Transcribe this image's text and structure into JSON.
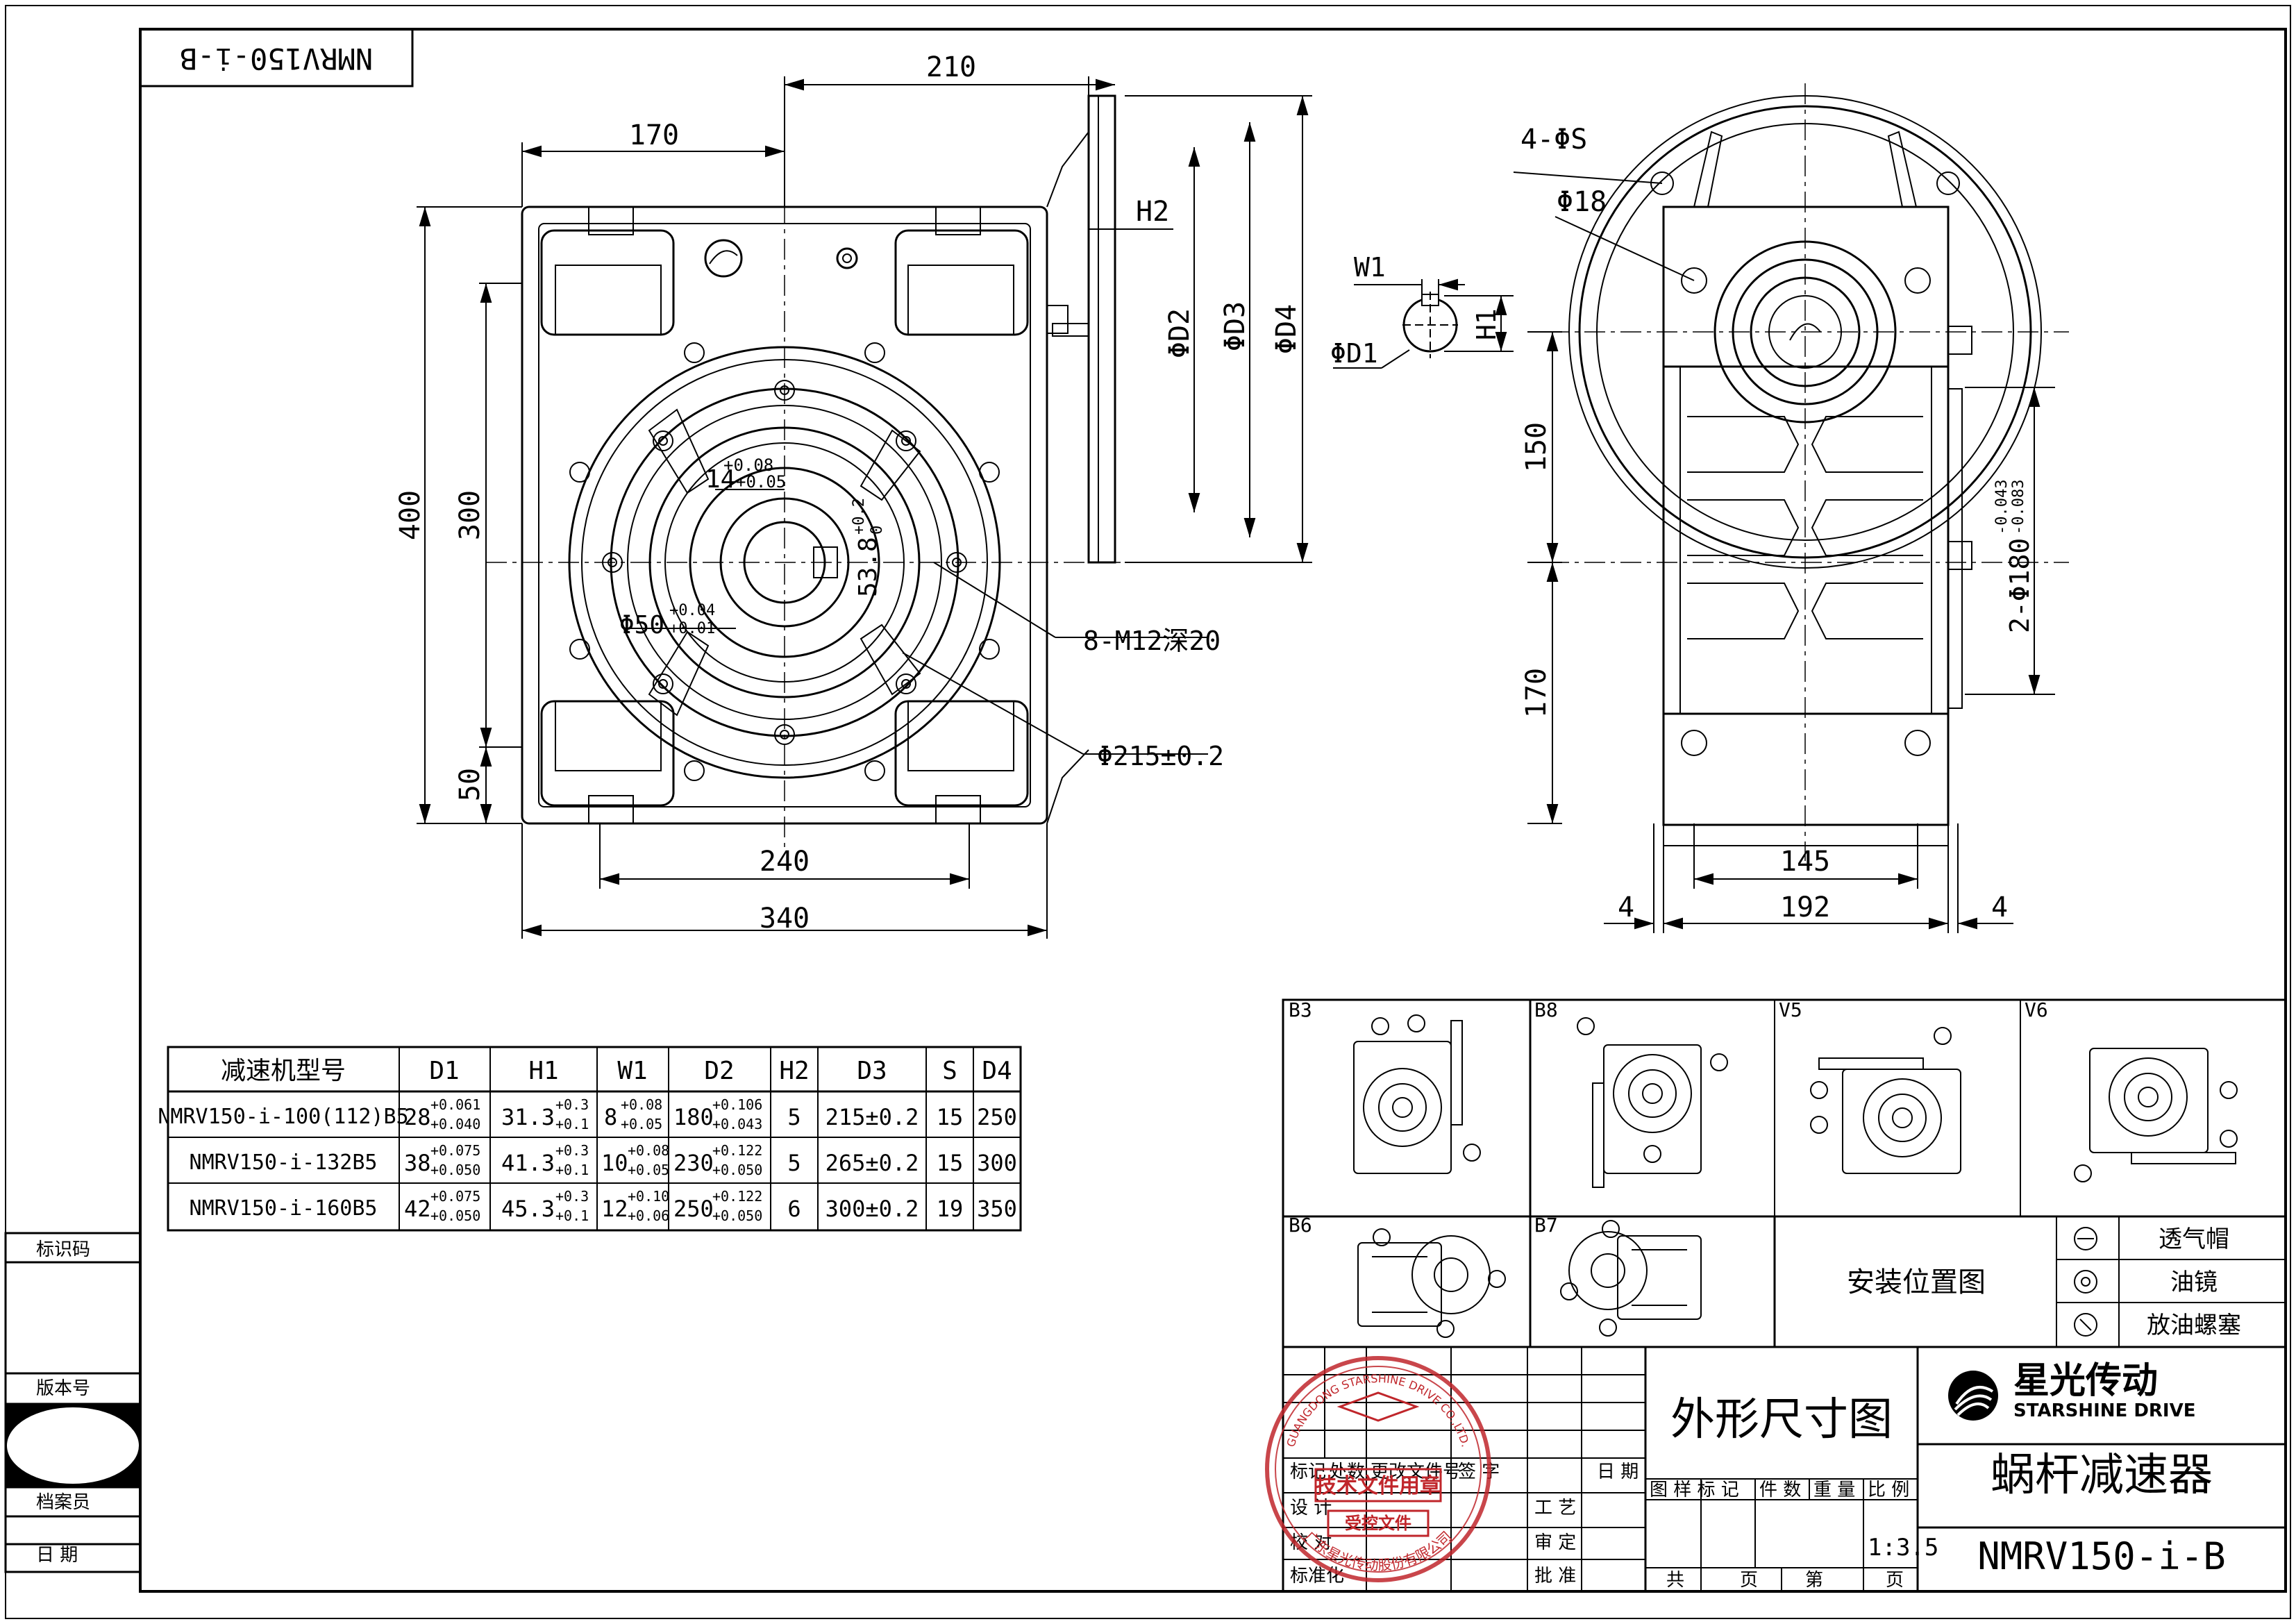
{
  "drawing": {
    "model_code_mirrored": "NMRV150-i-B",
    "title": "外形尺寸图",
    "product_name": "蜗杆减速器",
    "model": "NMRV150-i-B",
    "scale": "1:3.5",
    "install_title": "安装位置图"
  },
  "brand": {
    "name_cn": "星光传动",
    "name_en": "STARSHINE DRIVE"
  },
  "dimensions": {
    "front": {
      "top_210": "210",
      "top_170": "170",
      "h2": "H2",
      "d2": "ΦD2",
      "d3": "ΦD3",
      "d4": "ΦD4",
      "left_400": "400",
      "left_300": "300",
      "left_50": "50",
      "bottom_240": "240",
      "bottom_340": "340",
      "bore_tol_top": "+0.08",
      "bore_14": "14",
      "bore_tol_bot": "+0.05",
      "key_538": "53.8",
      "key_tol_top": "+0.2",
      "key_tol_bot": "0",
      "bore_50": "Φ50",
      "bore50_tol_top": "+0.04",
      "bore50_tol_bot": "+0.01",
      "thread": "8-M12深20",
      "pcd": "Φ215±0.2"
    },
    "detail": {
      "w1": "W1",
      "h1": "H1",
      "d1": "ΦD1"
    },
    "side": {
      "holes_4s": "4-ΦS",
      "hole_18": "Φ18",
      "h_150": "150",
      "h_170": "170",
      "dia_180": "2-Φ180",
      "dia180_tol_top": "-0.043",
      "dia180_tol_bot": "-0.083",
      "w_145": "145",
      "w_192": "192",
      "w_4a": "4",
      "w_4b": "4"
    }
  },
  "spec_table": {
    "headers": [
      "减速机型号",
      "D1",
      "H1",
      "W1",
      "D2",
      "H2",
      "D3",
      "S",
      "D4"
    ],
    "rows": [
      {
        "model": "NMRV150-i-100(112)B5",
        "d1": "28",
        "d1_up": "+0.061",
        "d1_lo": "+0.040",
        "h1": "31.3",
        "h1_up": "+0.3",
        "h1_lo": "+0.1",
        "w1": "8",
        "w1_up": "+0.08",
        "w1_lo": "+0.05",
        "d2": "180",
        "d2_up": "+0.106",
        "d2_lo": "+0.043",
        "h2": "5",
        "d3": "215±0.2",
        "s": "15",
        "d4": "250"
      },
      {
        "model": "NMRV150-i-132B5",
        "d1": "38",
        "d1_up": "+0.075",
        "d1_lo": "+0.050",
        "h1": "41.3",
        "h1_up": "+0.3",
        "h1_lo": "+0.1",
        "w1": "10",
        "w1_up": "+0.08",
        "w1_lo": "+0.05",
        "d2": "230",
        "d2_up": "+0.122",
        "d2_lo": "+0.050",
        "h2": "5",
        "d3": "265±0.2",
        "s": "15",
        "d4": "300"
      },
      {
        "model": "NMRV150-i-160B5",
        "d1": "42",
        "d1_up": "+0.075",
        "d1_lo": "+0.050",
        "h1": "45.3",
        "h1_up": "+0.3",
        "h1_lo": "+0.1",
        "w1": "12",
        "w1_up": "+0.10",
        "w1_lo": "+0.06",
        "d2": "250",
        "d2_up": "+0.122",
        "d2_lo": "+0.050",
        "h2": "6",
        "d3": "300±0.2",
        "s": "19",
        "d4": "350"
      }
    ]
  },
  "mounting_positions": [
    "B3",
    "B8",
    "V5",
    "V6",
    "B6",
    "B7"
  ],
  "legend": [
    {
      "label": "透气帽",
      "icon": "breather-cap-icon"
    },
    {
      "label": "油镜",
      "icon": "oil-sight-glass-icon"
    },
    {
      "label": "放油螺塞",
      "icon": "drain-plug-icon"
    }
  ],
  "left_strip": [
    "标识码",
    "版本号",
    "档案员",
    "日 期"
  ],
  "title_block": {
    "row_head": [
      "标记",
      "处数",
      "更改文件号",
      "签 字",
      "日 期"
    ],
    "roles": [
      "设 计",
      "校 对",
      "标准化"
    ],
    "roles_right": [
      "工 艺",
      "审 定",
      "批 准"
    ],
    "attr_head": [
      "图 样 标 记",
      "件 数",
      "重 量",
      "比 例"
    ],
    "pages": [
      "共",
      "页",
      "第",
      "页"
    ]
  },
  "stamp": {
    "ring_text": "GUANGDONG STARSHINE DRIVE CO.,LTD.",
    "center_1": "技术文件用章",
    "center_2": "受控文件",
    "bottom": "广东星光传动股份有限公司"
  }
}
